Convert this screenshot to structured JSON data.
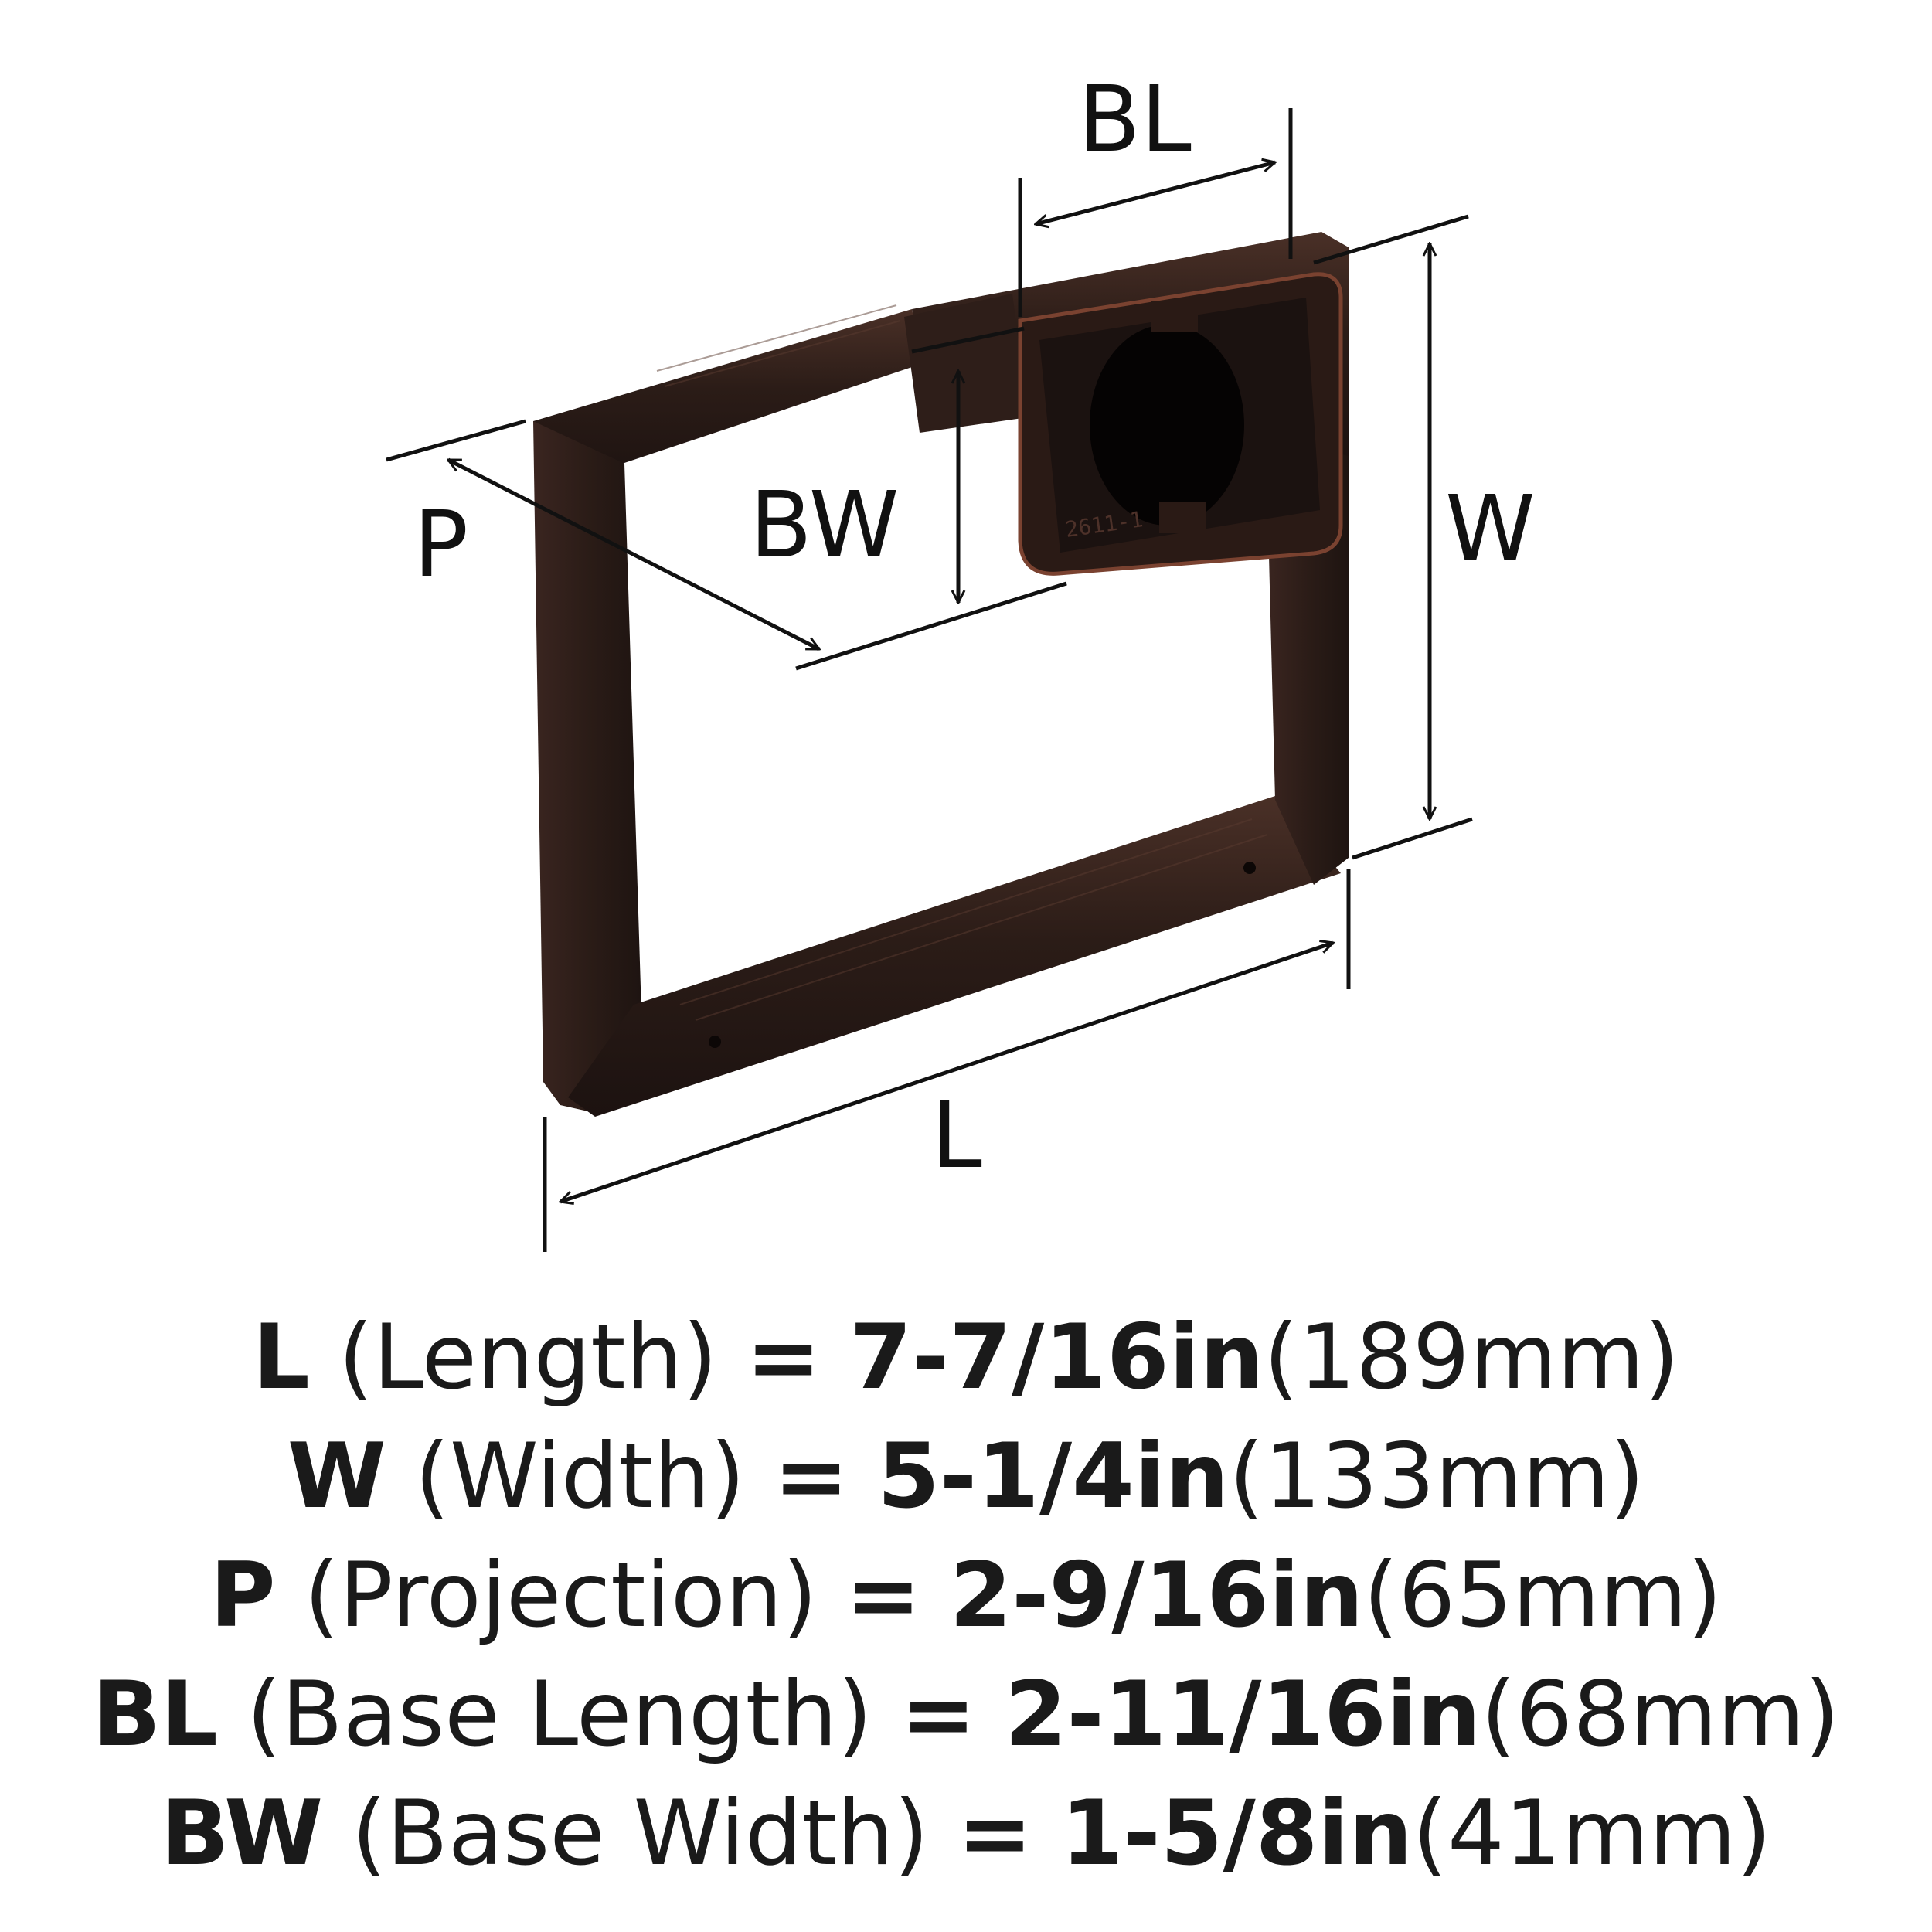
{
  "colors": {
    "finish": "#2b1c17",
    "finish_highlight": "#4a3027",
    "finish_edge": "#7a4230",
    "line": "#111111",
    "background": "#ffffff"
  },
  "diagram": {
    "labels": {
      "bl": "BL",
      "bw": "BW",
      "p": "P",
      "w": "W",
      "l": "L"
    },
    "base_marking": "2611-1"
  },
  "specs": [
    {
      "key": "L",
      "name": "(Length)",
      "eq": "=",
      "imperial": "7-7/16in",
      "metric": "(189mm)"
    },
    {
      "key": "W",
      "name": "(Width)",
      "eq": "=",
      "imperial": "5-1/4in",
      "metric": "(133mm)"
    },
    {
      "key": "P",
      "name": "(Projection)",
      "eq": "=",
      "imperial": "2-9/16in",
      "metric": "(65mm)"
    },
    {
      "key": "BL",
      "name": "(Base Length)",
      "eq": "=",
      "imperial": "2-11/16in",
      "metric": "(68mm)"
    },
    {
      "key": "BW",
      "name": "(Base Width)",
      "eq": "=",
      "imperial": "1-5/8in",
      "metric": "(41mm)"
    }
  ]
}
